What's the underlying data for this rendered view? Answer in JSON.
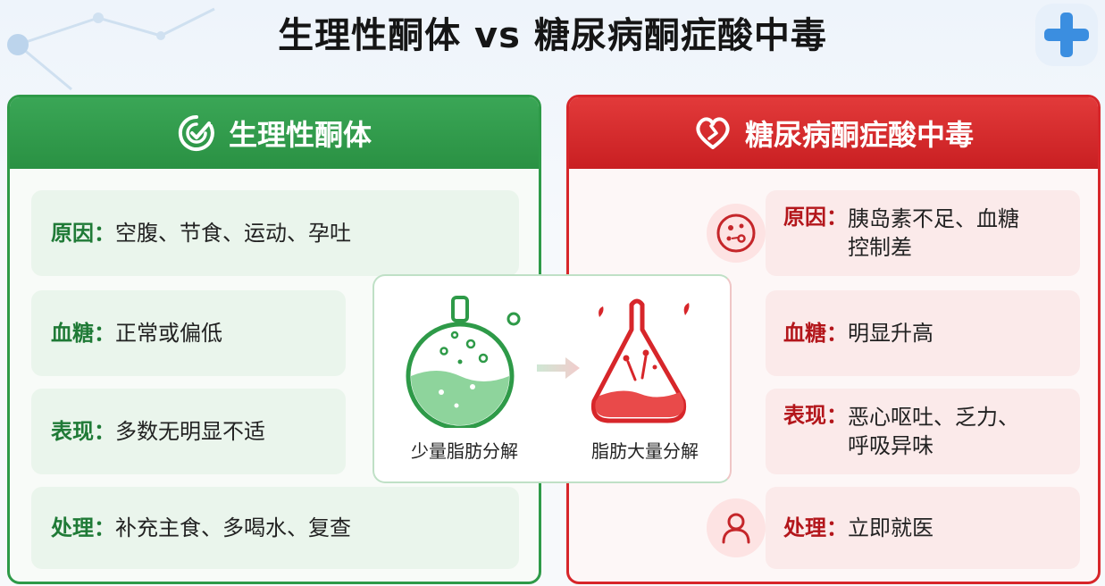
{
  "title": "生理性酮体 vs 糖尿病酮症酸中毒",
  "left_panel": {
    "heading": "生理性酮体",
    "rows": [
      {
        "key": "原因：",
        "value": "空腹、节食、运动、孕吐"
      },
      {
        "key": "血糖：",
        "value": "正常或偏低"
      },
      {
        "key": "表现：",
        "value": "多数无明显不适"
      },
      {
        "key": "处理：",
        "value": "补充主食、多喝水、复查"
      }
    ]
  },
  "right_panel": {
    "heading": "糖尿病酮症酸中毒",
    "rows": [
      {
        "key": "原因：",
        "value_line1": "胰岛素不足、血糖",
        "value_line2": "控制差"
      },
      {
        "key": "血糖：",
        "value_line1": "明显升高",
        "value_line2": ""
      },
      {
        "key": "表现：",
        "value_line1": "恶心呕吐、乏力、",
        "value_line2": "呼吸异味"
      },
      {
        "key": "处理：",
        "value_line1": "立即就医",
        "value_line2": ""
      }
    ]
  },
  "center": {
    "left_label": "少量脂肪分解",
    "right_label": "脂肪大量分解"
  },
  "colors": {
    "green": "#2e9a48",
    "red": "#d7262a"
  },
  "icons": [
    "medical-plus-icon",
    "check-shield-icon",
    "heart-icon",
    "cells-icon",
    "person-icon",
    "flask-icon",
    "arrow-right-icon"
  ]
}
